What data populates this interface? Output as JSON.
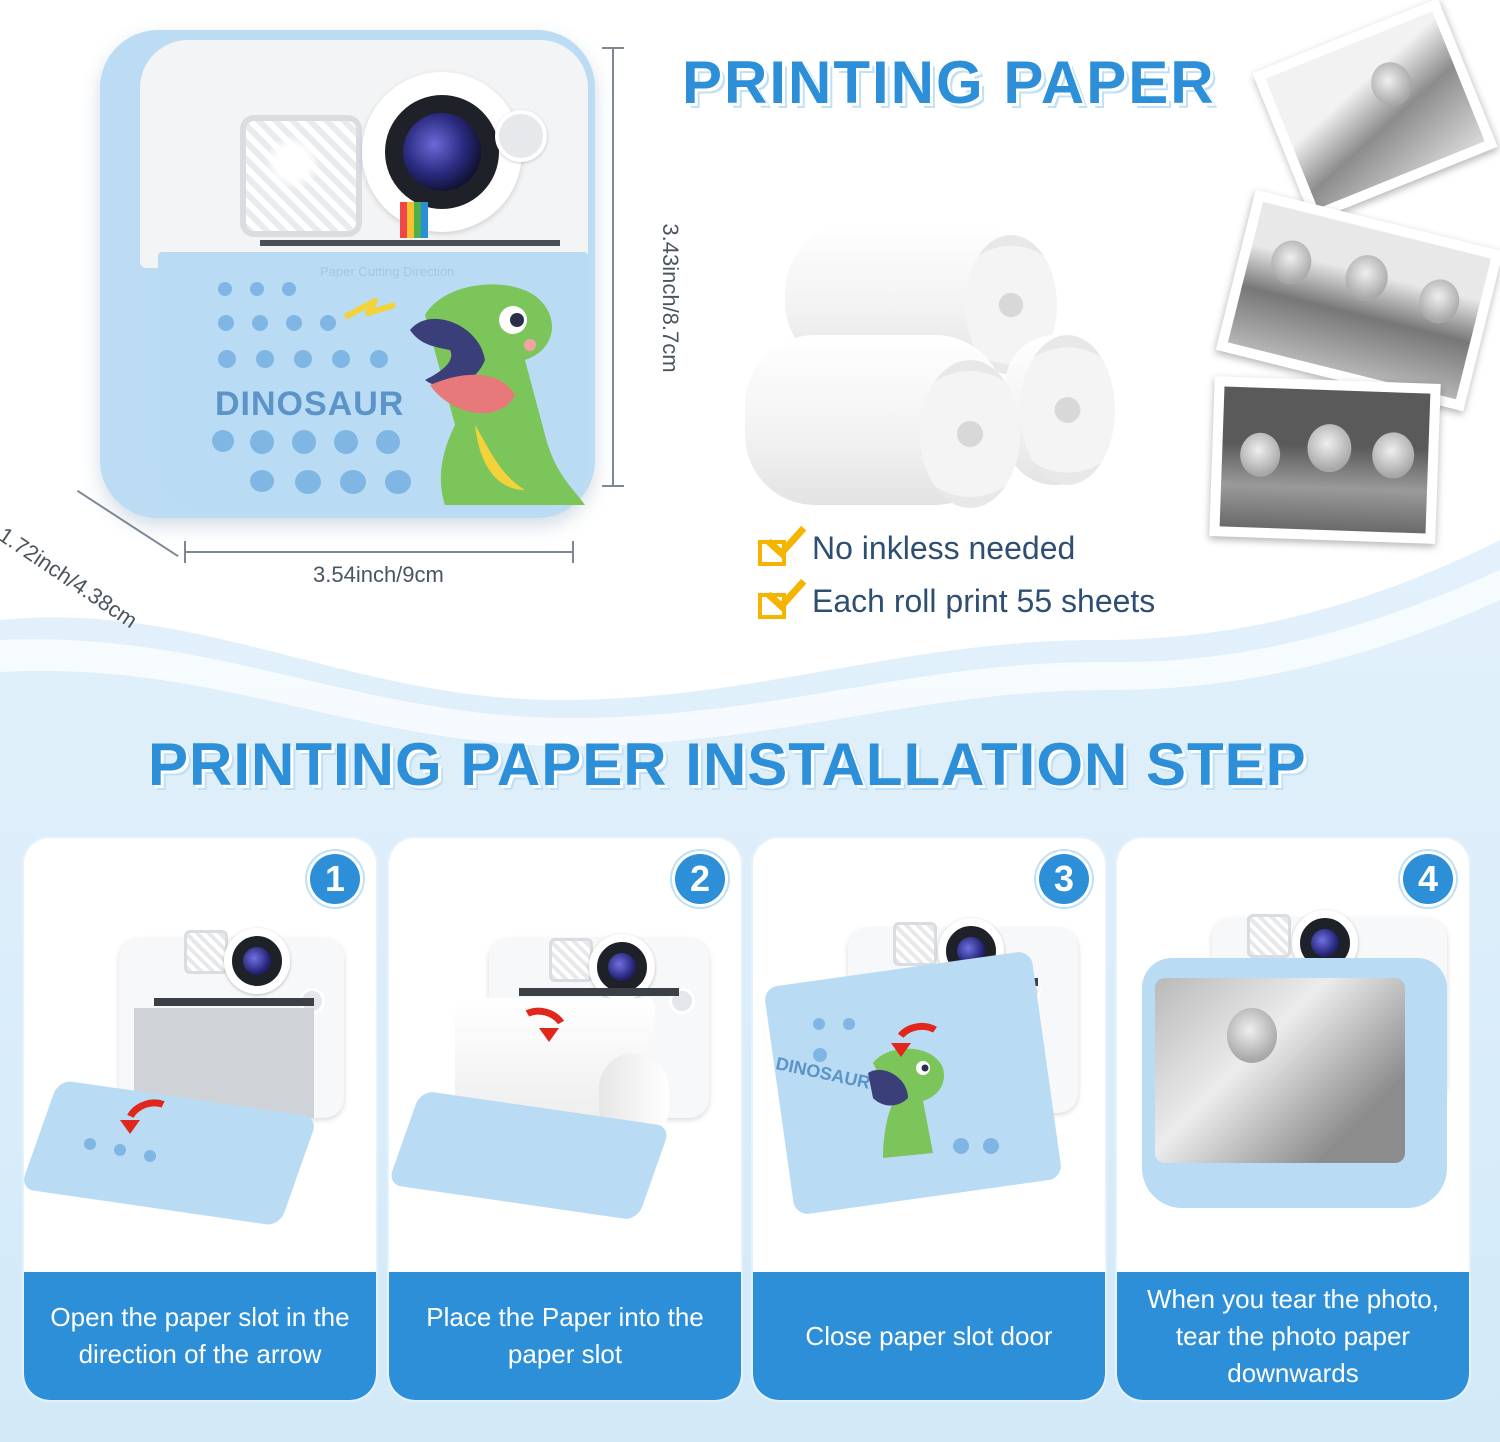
{
  "header": {
    "title": "PRINTING PAPER"
  },
  "dimensions": {
    "height": "3.43inch/8.7cm",
    "width": "3.54inch/9cm",
    "depth": "1.72inch/4.38cm"
  },
  "camera": {
    "front_text": "DINOSAUR",
    "cut_label": "Paper Cutting Direction"
  },
  "features": [
    {
      "text": "No inkless needed",
      "icon": "checkmark-icon"
    },
    {
      "text": "Each roll print 55 sheets",
      "icon": "checkmark-icon"
    }
  ],
  "install": {
    "title": "PRINTING PAPER INSTALLATION STEP",
    "steps": [
      {
        "number": "1",
        "caption": "Open the paper slot in the direction of the arrow"
      },
      {
        "number": "2",
        "caption": "Place the Paper into the paper slot"
      },
      {
        "number": "3",
        "caption": "Close paper slot door"
      },
      {
        "number": "4",
        "caption": "When you tear the photo, tear the photo paper downwards"
      }
    ]
  },
  "colors": {
    "accent": "#2d8fd8",
    "camera_blue": "#b9dcf4",
    "check": "#f4b400",
    "arrow": "#e1261c"
  }
}
